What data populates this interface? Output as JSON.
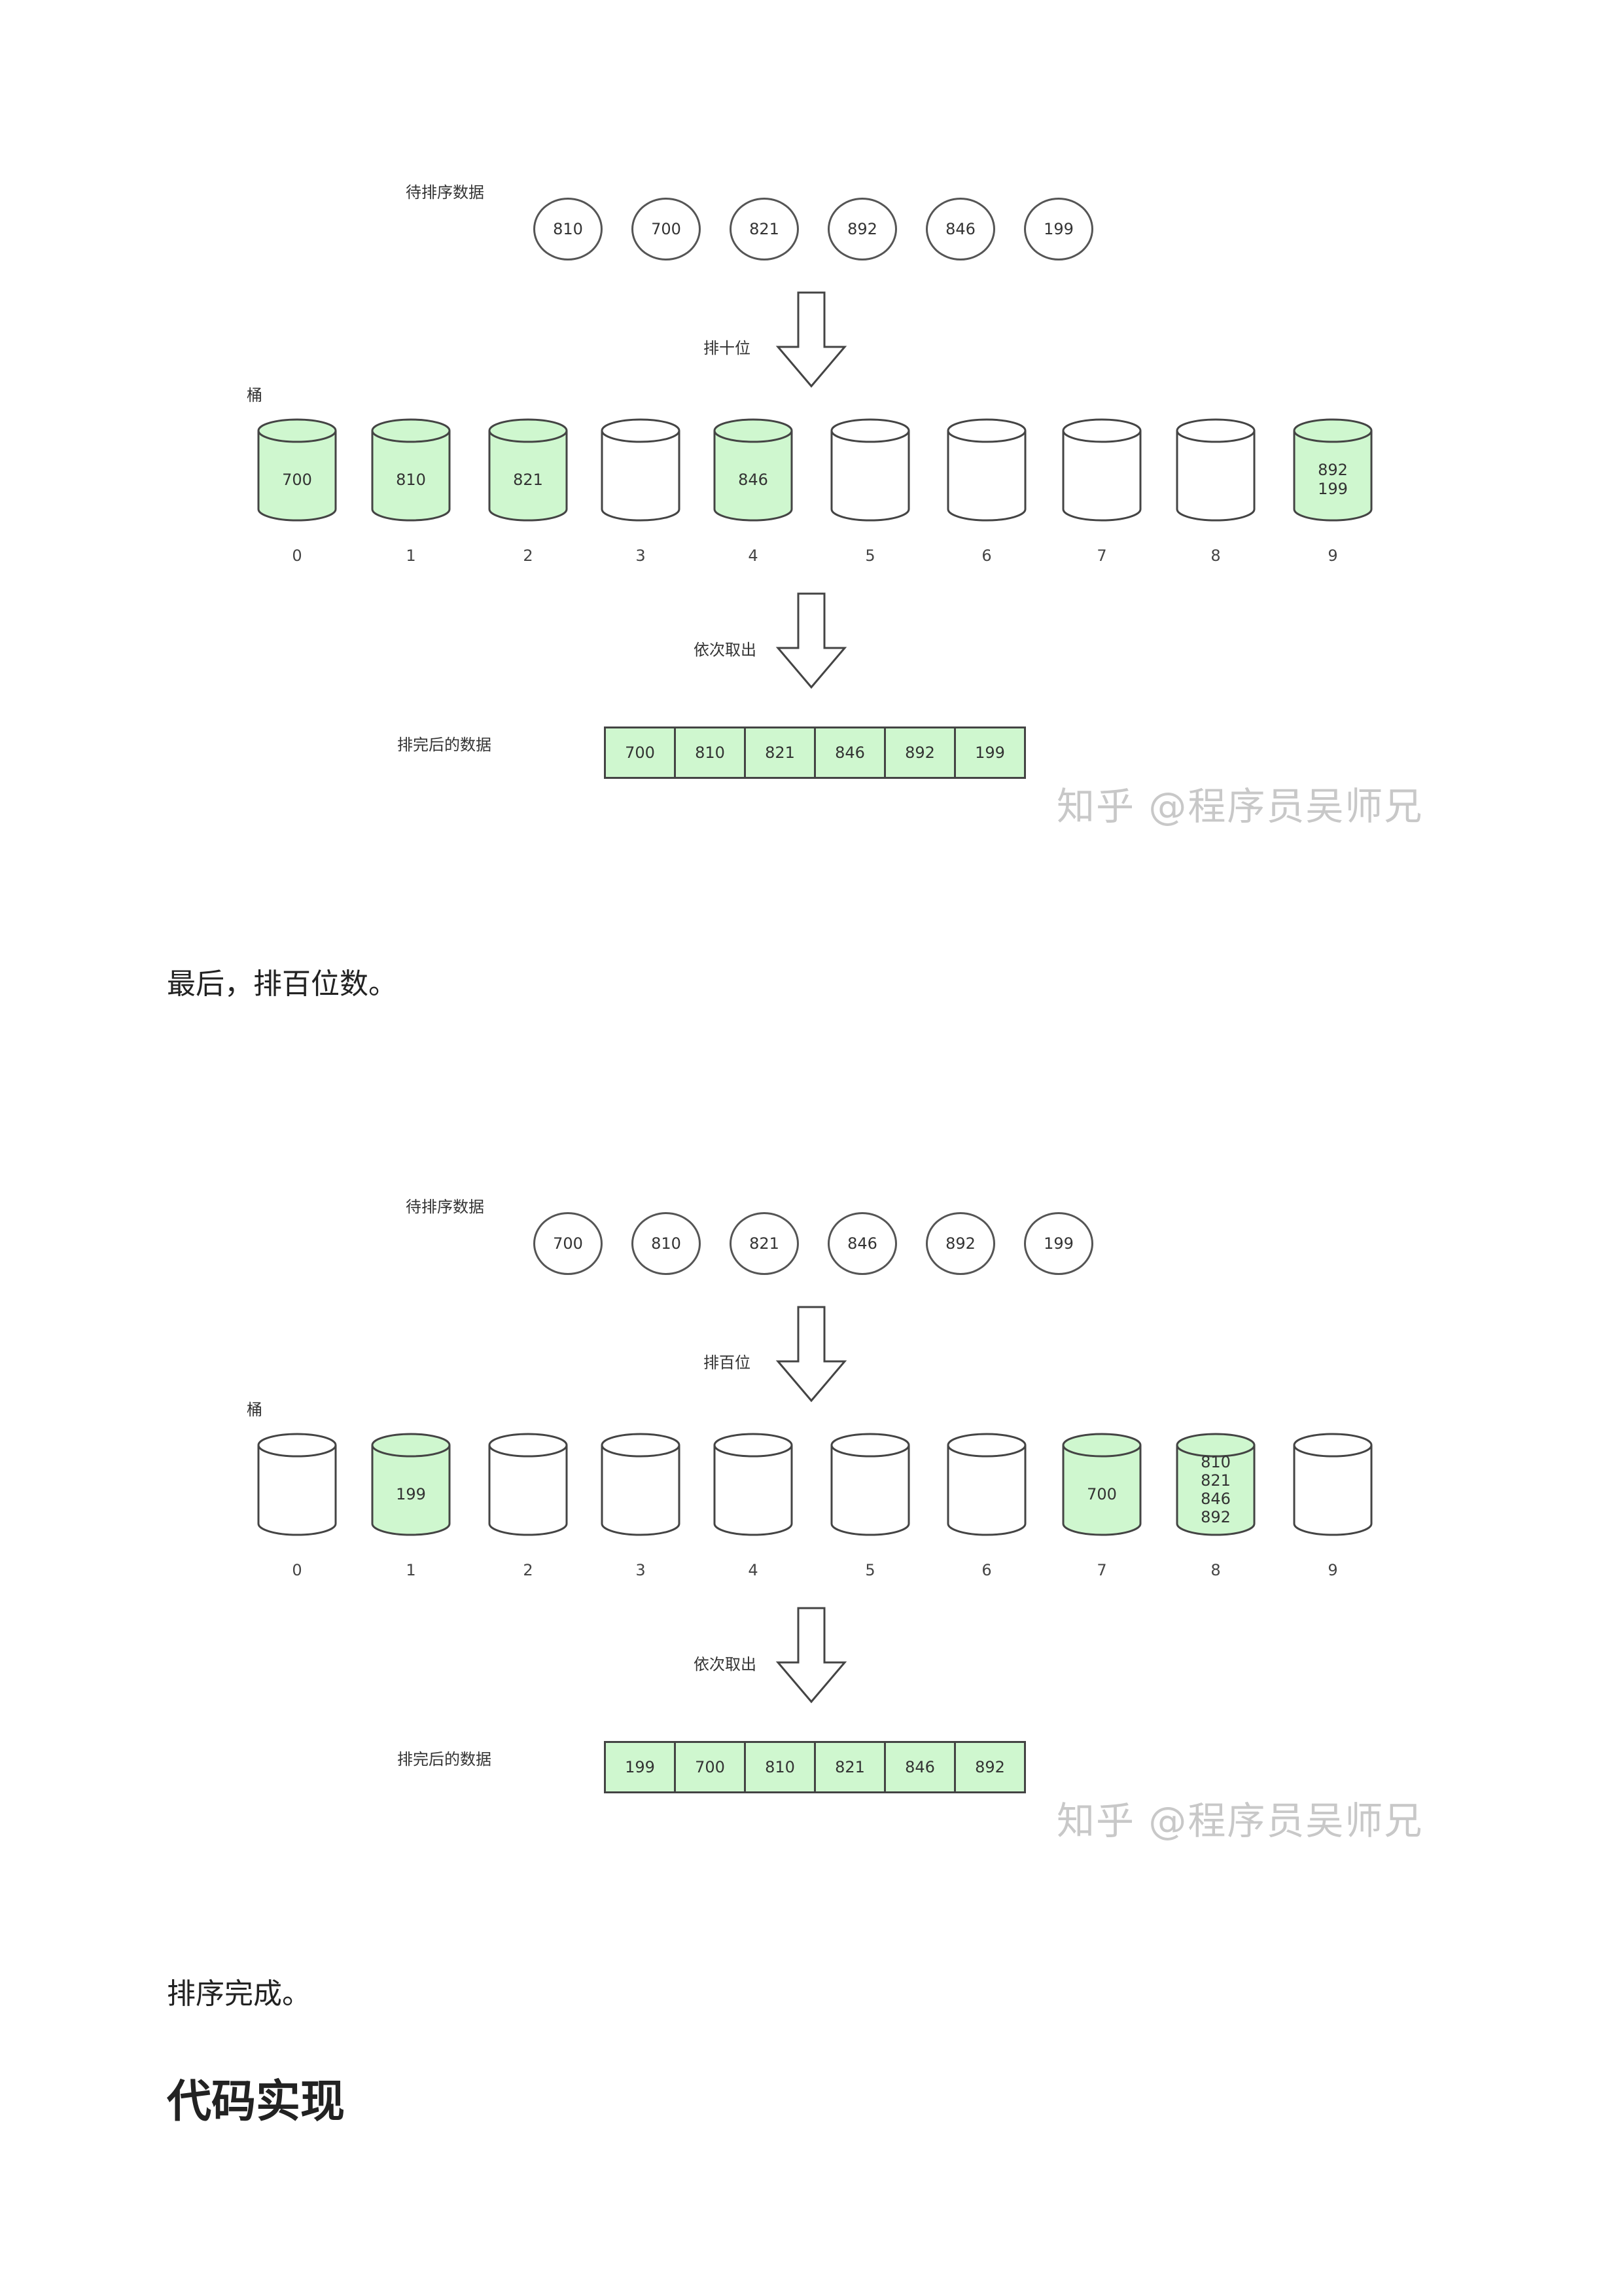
{
  "figures": [
    {
      "input_label": "待排序数据",
      "input": [
        "810",
        "700",
        "821",
        "892",
        "846",
        "199"
      ],
      "step_label": "排十位",
      "bucket_label": "桶",
      "buckets": [
        {
          "index": "0",
          "values": [
            "700"
          ]
        },
        {
          "index": "1",
          "values": [
            "810"
          ]
        },
        {
          "index": "2",
          "values": [
            "821"
          ]
        },
        {
          "index": "3",
          "values": []
        },
        {
          "index": "4",
          "values": [
            "846"
          ]
        },
        {
          "index": "5",
          "values": []
        },
        {
          "index": "6",
          "values": []
        },
        {
          "index": "7",
          "values": []
        },
        {
          "index": "8",
          "values": []
        },
        {
          "index": "9",
          "values": [
            "892",
            "199"
          ]
        }
      ],
      "collect_label": "依次取出",
      "output_label": "排完后的数据",
      "output": [
        "700",
        "810",
        "821",
        "846",
        "892",
        "199"
      ],
      "watermark": "知乎 @程序员吴师兄"
    },
    {
      "input_label": "待排序数据",
      "input": [
        "700",
        "810",
        "821",
        "846",
        "892",
        "199"
      ],
      "step_label": "排百位",
      "bucket_label": "桶",
      "buckets": [
        {
          "index": "0",
          "values": []
        },
        {
          "index": "1",
          "values": [
            "199"
          ]
        },
        {
          "index": "2",
          "values": []
        },
        {
          "index": "3",
          "values": []
        },
        {
          "index": "4",
          "values": []
        },
        {
          "index": "5",
          "values": []
        },
        {
          "index": "6",
          "values": []
        },
        {
          "index": "7",
          "values": [
            "700"
          ]
        },
        {
          "index": "8",
          "values": [
            "810",
            "821",
            "846",
            "892"
          ]
        },
        {
          "index": "9",
          "values": []
        }
      ],
      "collect_label": "依次取出",
      "output_label": "排完后的数据",
      "output": [
        "199",
        "700",
        "810",
        "821",
        "846",
        "892"
      ],
      "watermark": "知乎 @程序员吴师兄"
    }
  ],
  "text": {
    "para1": "最后，排百位数。",
    "para2": "排序完成。",
    "heading": "代码实现"
  },
  "colors": {
    "filled_bucket": "#cff7cf",
    "empty_bucket": "#ffffff",
    "outline": "#444444"
  }
}
